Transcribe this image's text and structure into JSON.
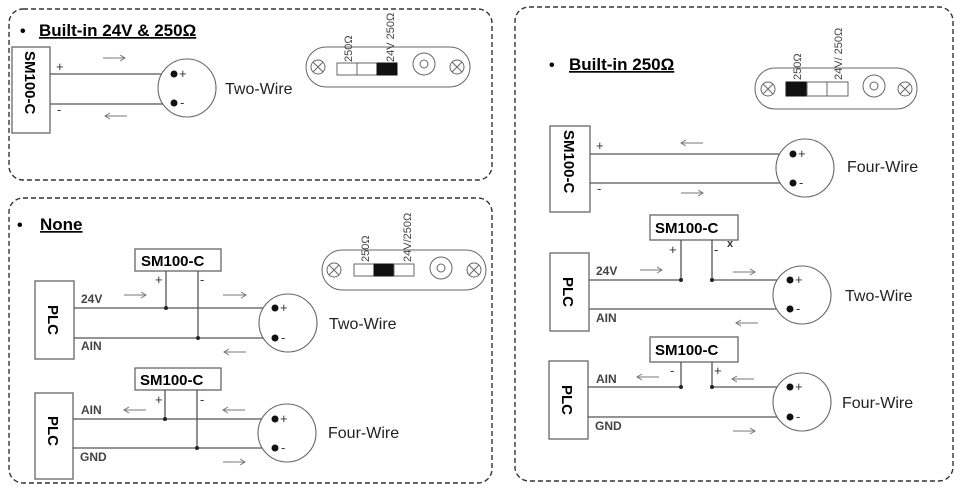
{
  "sections": {
    "builtin_24v_250": {
      "title": "Built-in 24V & 250Ω",
      "module": "SM100-C",
      "plus": "+",
      "minus": "-",
      "wiring": "Two-Wire",
      "switch": {
        "label_a": "250Ω",
        "label_b": "24V 250Ω",
        "selected": "24V 250Ω"
      }
    },
    "none": {
      "title": "None",
      "switch": {
        "label_a": "250Ω",
        "label_b": "24V/250Ω",
        "selected": "middle"
      },
      "two_wire": {
        "plc": "PLC",
        "module": "SM100-C",
        "plus": "+",
        "minus": "-",
        "top_terminal": "24V",
        "bottom_terminal": "AIN",
        "wiring": "Two-Wire"
      },
      "four_wire": {
        "plc": "PLC",
        "module": "SM100-C",
        "plus": "+",
        "minus": "-",
        "top_terminal": "AIN",
        "bottom_terminal": "GND",
        "wiring": "Four-Wire"
      }
    },
    "builtin_250": {
      "title": "Built-in 250Ω",
      "switch": {
        "label_a": "250Ω",
        "label_b": "24V/ 250Ω",
        "selected": "250Ω"
      },
      "four_wire_direct": {
        "module": "SM100-C",
        "plus": "+",
        "minus": "-",
        "wiring": "Four-Wire"
      },
      "two_wire": {
        "plc": "PLC",
        "module": "SM100-C",
        "plus": "+",
        "minus": "-",
        "mark": "x",
        "top_terminal": "24V",
        "bottom_terminal": "AIN",
        "wiring": "Two-Wire"
      },
      "four_wire": {
        "plc": "PLC",
        "module": "SM100-C",
        "plus": "+",
        "minus": "-",
        "top_terminal": "AIN",
        "bottom_terminal": "GND",
        "wiring": "Four-Wire"
      }
    }
  },
  "bullet": "•",
  "sensor_plus": "+",
  "sensor_minus": "-"
}
